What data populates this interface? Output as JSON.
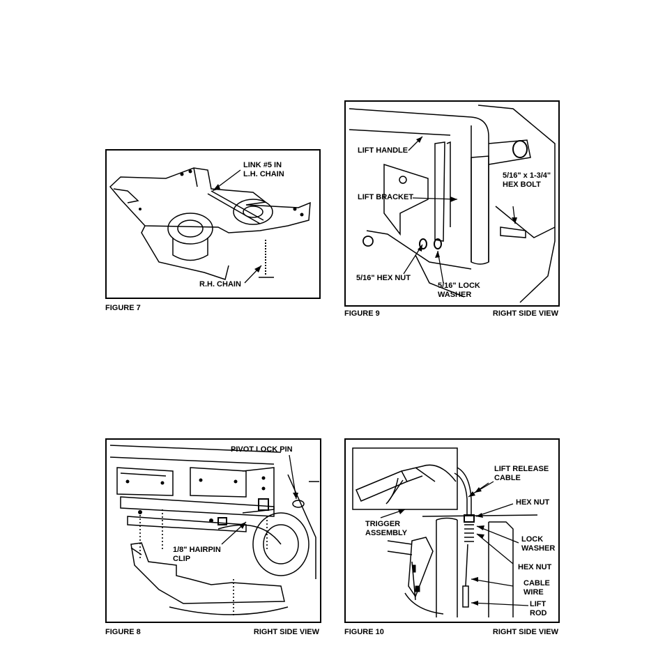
{
  "figure7": {
    "caption": "FIGURE 7",
    "labels": {
      "link": "LINK #5 IN\nL.H. CHAIN",
      "rh_chain": "R.H. CHAIN"
    }
  },
  "figure8": {
    "caption": "FIGURE 8",
    "view": "RIGHT SIDE VIEW",
    "labels": {
      "pivot_lock_pin": "PIVOT LOCK PIN",
      "hairpin_clip": "1/8\" HAIRPIN\nCLIP"
    }
  },
  "figure9": {
    "caption": "FIGURE 9",
    "view": "RIGHT SIDE VIEW",
    "labels": {
      "lift_handle": "LIFT HANDLE",
      "lift_bracket": "LIFT BRACKET",
      "hex_bolt": "5/16\" x 1-3/4\"\nHEX BOLT",
      "hex_nut": "5/16\" HEX NUT",
      "lock_washer": "5/16\" LOCK\nWASHER"
    }
  },
  "figure10": {
    "caption": "FIGURE 10",
    "view": "RIGHT SIDE VIEW",
    "labels": {
      "lift_release_cable": "LIFT RELEASE\nCABLE",
      "hex_nut_top": "HEX NUT",
      "trigger_assembly": "TRIGGER\nASSEMBLY",
      "lock_washer": "LOCK\nWASHER",
      "hex_nut_bottom": "HEX NUT",
      "cable_wire": "CABLE\nWIRE",
      "lift_rod": "LIFT\nROD"
    }
  }
}
